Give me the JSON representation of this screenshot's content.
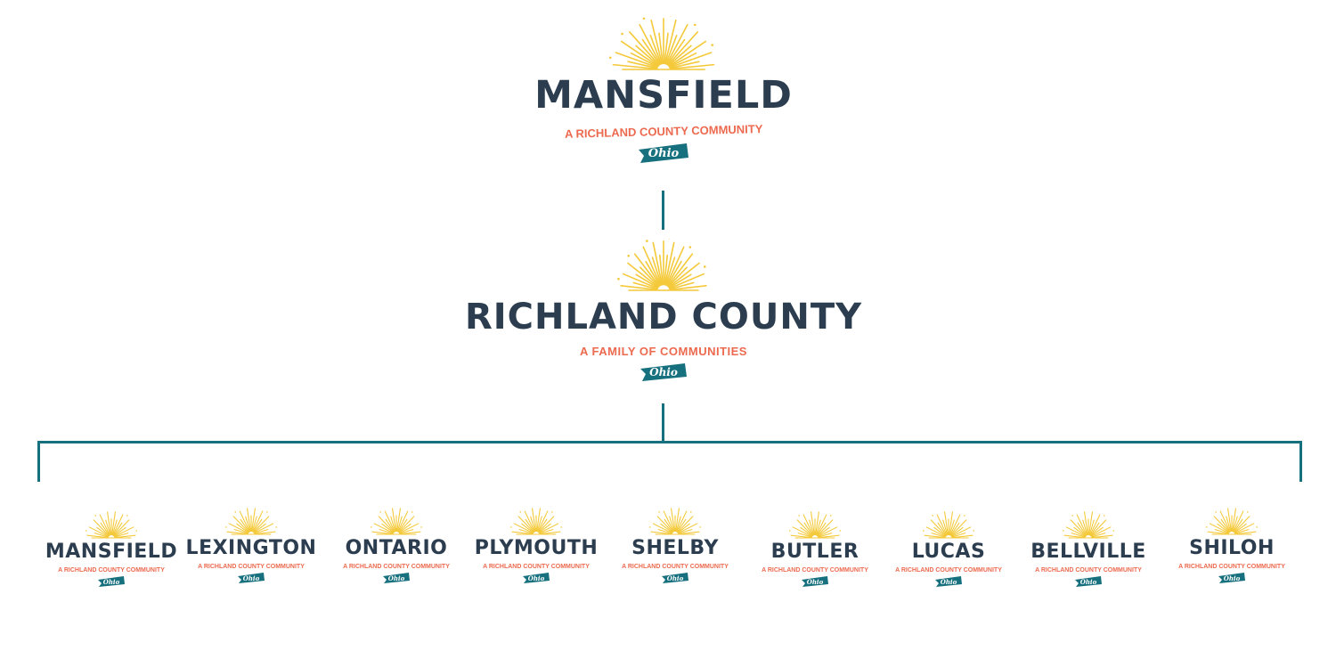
{
  "colors": {
    "navy": "#2b3d4f",
    "coral": "#ec6a4f",
    "teal": "#17707e",
    "sun": "#f4c93a"
  },
  "top": {
    "name": "MANSFIELD",
    "tagline": "A RICHLAND COUNTY COMMUNITY",
    "ribbon": "Ohio",
    "icon": "sunburst-icon"
  },
  "county": {
    "name": "RICHLAND COUNTY",
    "tagline": "A FAMILY OF COMMUNITIES",
    "ribbon": "Ohio",
    "icon": "sunburst-icon"
  },
  "communities": [
    {
      "name": "MANSFIELD",
      "tagline": "A RICHLAND COUNTY COMMUNITY",
      "ribbon": "Ohio"
    },
    {
      "name": "LEXINGTON",
      "tagline": "A RICHLAND COUNTY COMMUNITY",
      "ribbon": "Ohio"
    },
    {
      "name": "ONTARIO",
      "tagline": "A RICHLAND COUNTY COMMUNITY",
      "ribbon": "Ohio"
    },
    {
      "name": "PLYMOUTH",
      "tagline": "A RICHLAND COUNTY COMMUNITY",
      "ribbon": "Ohio"
    },
    {
      "name": "SHELBY",
      "tagline": "A RICHLAND COUNTY COMMUNITY",
      "ribbon": "Ohio"
    },
    {
      "name": "BUTLER",
      "tagline": "A RICHLAND COUNTY COMMUNITY",
      "ribbon": "Ohio"
    },
    {
      "name": "LUCAS",
      "tagline": "A RICHLAND COUNTY COMMUNITY",
      "ribbon": "Ohio"
    },
    {
      "name": "BELLVILLE",
      "tagline": "A RICHLAND COUNTY COMMUNITY",
      "ribbon": "Ohio"
    },
    {
      "name": "SHILOH",
      "tagline": "A RICHLAND COUNTY COMMUNITY",
      "ribbon": "Ohio"
    }
  ]
}
